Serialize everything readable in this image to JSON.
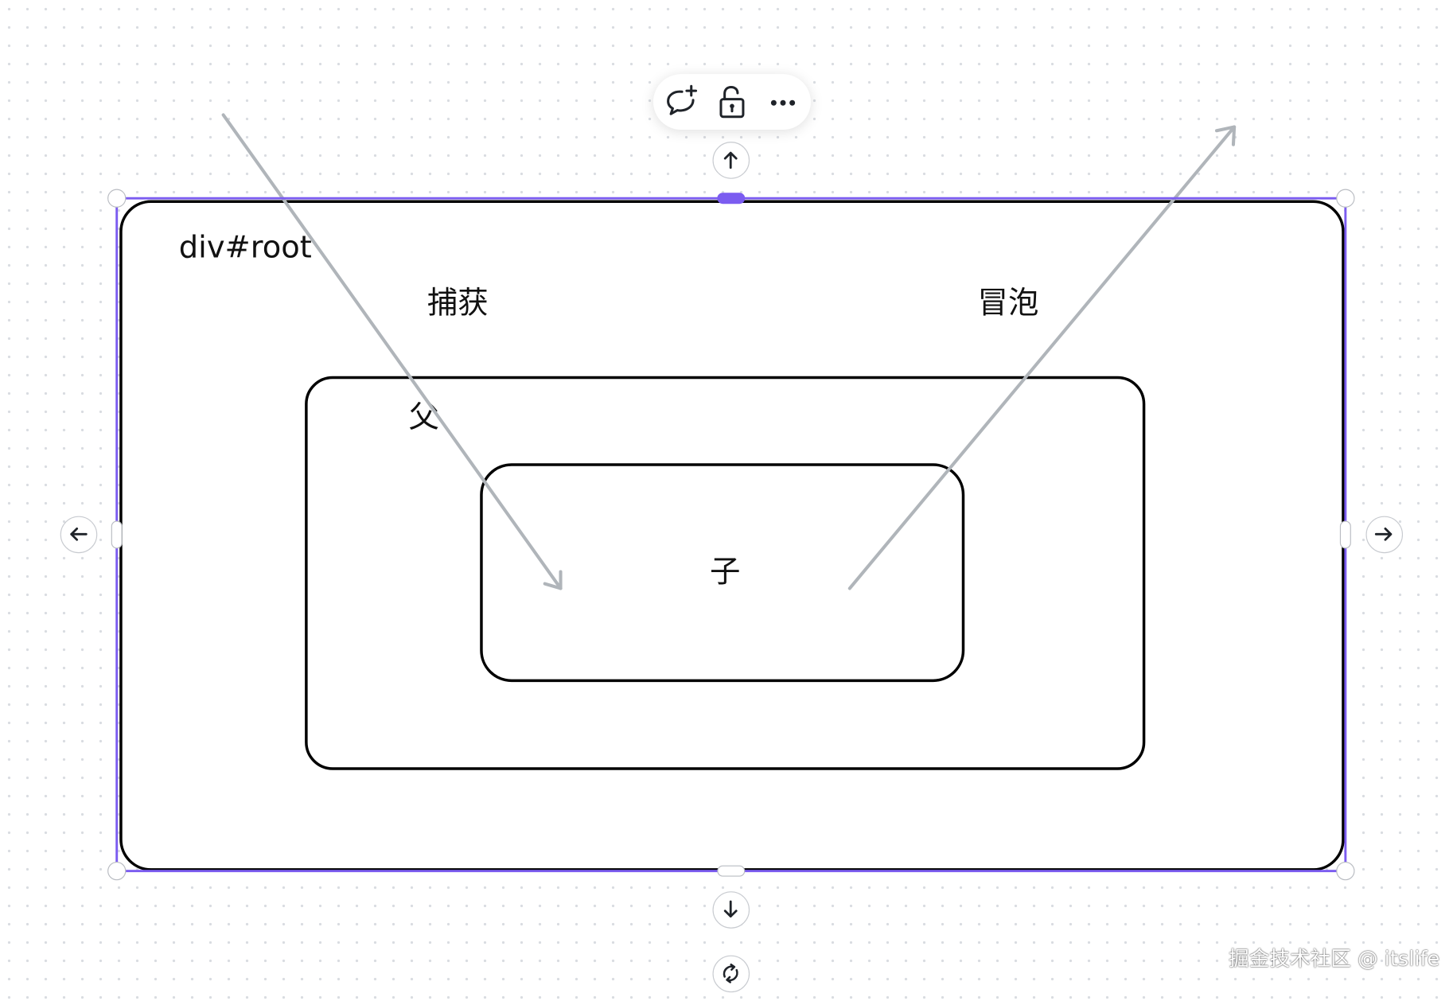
{
  "diagram": {
    "root_label": "div#root",
    "capture_label": "捕获",
    "bubble_label": "冒泡",
    "parent_label": "父",
    "child_label": "子"
  },
  "toolbar": {
    "items": [
      "comment-add-icon",
      "unlock-icon",
      "more-icon"
    ]
  },
  "colors": {
    "selection": "#7b5cf0",
    "arrow": "#b0b5ba",
    "box_border": "#000000"
  },
  "watermark": "掘金技术社区 @ itslife"
}
